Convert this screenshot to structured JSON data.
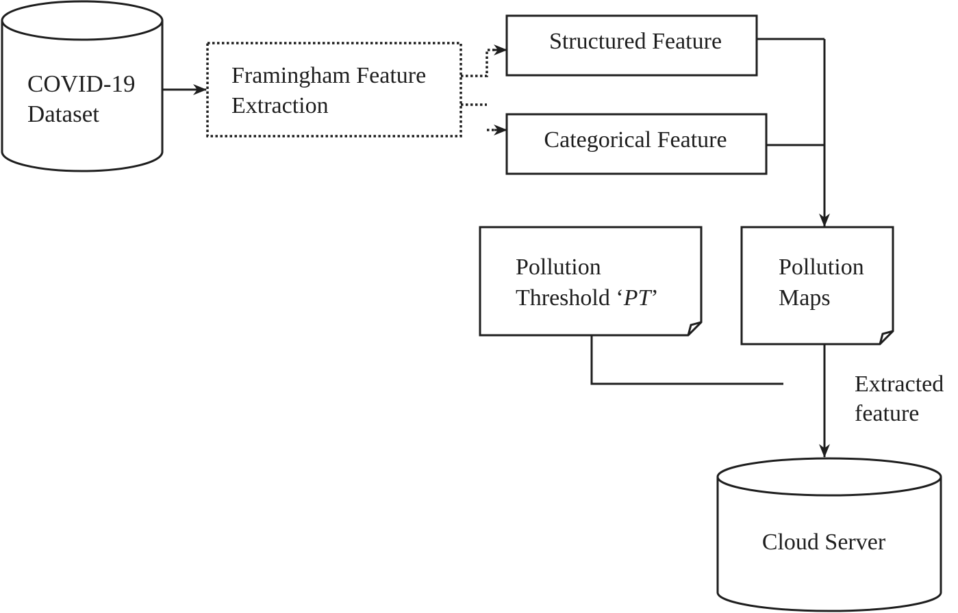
{
  "colors": {
    "stroke": "#1e1e1e",
    "background": "#ffffff"
  },
  "nodes": {
    "covid_dataset": {
      "line1": "COVID-19",
      "line2": "Dataset"
    },
    "framingham": {
      "line1": "Framingham Feature",
      "line2": "Extraction"
    },
    "structured": {
      "label": "Structured Feature"
    },
    "categorical": {
      "label": "Categorical Feature"
    },
    "threshold": {
      "line1": "Pollution",
      "line2_prefix": "Threshold ‘",
      "line2_italic": "PT",
      "line2_suffix": "’"
    },
    "maps": {
      "line1": "Pollution",
      "line2": "Maps"
    },
    "cloud": {
      "label": "Cloud Server"
    }
  },
  "edge_labels": {
    "extracted_feature": {
      "line1": "Extracted",
      "line2": "feature"
    }
  }
}
